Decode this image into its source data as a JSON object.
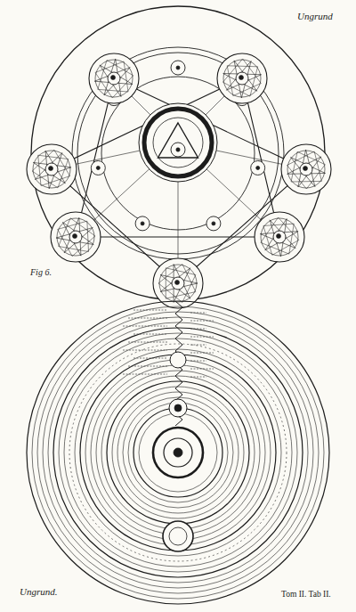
{
  "diagram": {
    "labels": [
      "Ungrund",
      "Fig 6.",
      "Ungrund.",
      "Tom II. Tab II."
    ]
  }
}
